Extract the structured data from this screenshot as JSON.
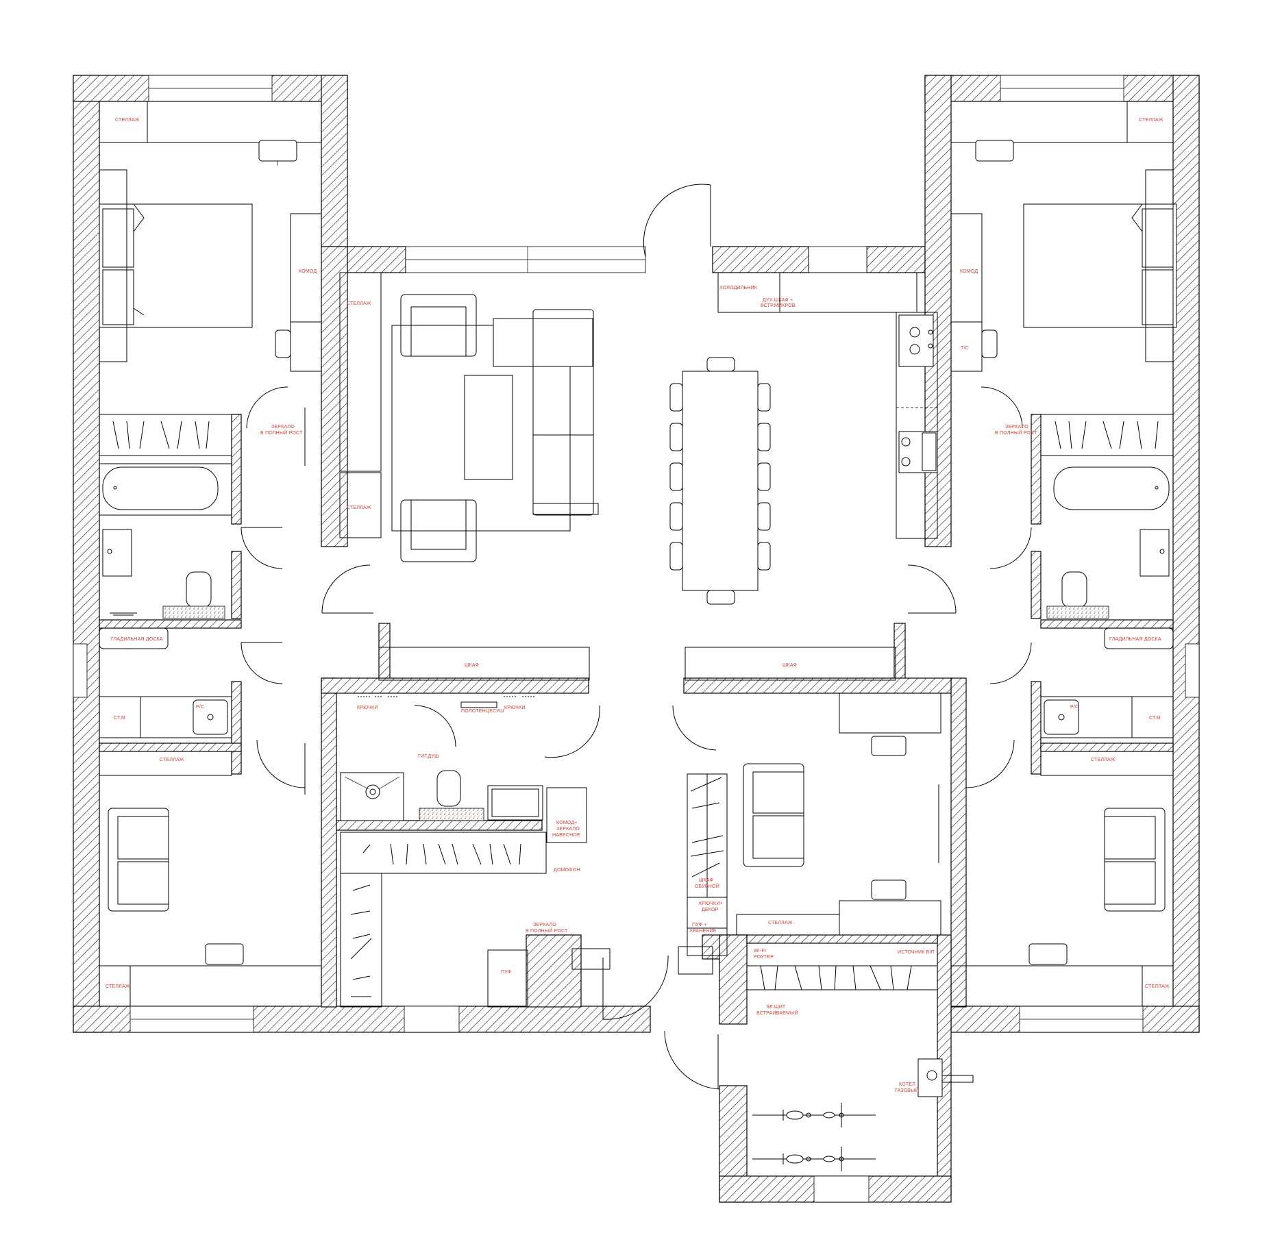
{
  "labels": {
    "stellazh": "СТЕЛЛАЖ",
    "komod": "КОМОД",
    "ts": "Т/С",
    "zerkalo_full": [
      "ЗЕРКАЛО",
      "В ПОЛНЫЙ РОСТ"
    ],
    "glad_doska": "ГЛАДИЛЬНАЯ ДОСКА",
    "stm": "СТ.М",
    "ps": "Р/С",
    "shkaf": "ШКАФ",
    "holodilnik": "ХОЛОДИЛЬНИК",
    "duh_shkaf": [
      "ДУХ.ШКАФ +",
      "ВСТР.МИКРОВ."
    ],
    "kryuchki": "КРЮЧКИ",
    "polotencesush": "ПОЛОТЕНЦЕСУШ",
    "gig_dush": "ГИГ.ДУШ",
    "komod_zerkalo": [
      "КОМОД+",
      "ЗЕРКАЛО",
      "НАВЕСНОЕ"
    ],
    "domofon": "ДОМОФОН",
    "puf": "ПУФ",
    "shkaf_obuvnoy": [
      "ШКАФ",
      "ОБУВНОЙ"
    ],
    "kryuchki_dekor": [
      "КРЮЧКИ+",
      "ДЕКОР"
    ],
    "puf_hranenie": [
      "ПУФ +",
      "ХРАНЕНИЕ"
    ],
    "wifi": [
      "WI-FI",
      "РОУТЕР"
    ],
    "istochnik": "ИСТОЧНИК Б/П",
    "el_shit": [
      "ЭЛ.ЩИТ",
      "ВСТРАИВАЕМЫЙ"
    ],
    "kotel": [
      "КОТЕЛ",
      "ГАЗОВЫЙ"
    ]
  },
  "colors": {
    "wall_line": "#000000",
    "label": "#e03c31",
    "background": "#ffffff"
  },
  "icons": [
    "bed-icon",
    "sofa-icon",
    "armchair-icon",
    "bathtub-icon",
    "sink-icon",
    "toilet-icon",
    "shower-icon",
    "stove-icon",
    "bicycle-icon",
    "chair-icon",
    "dining-table-icon",
    "door-swing-icon",
    "boiler-icon"
  ]
}
